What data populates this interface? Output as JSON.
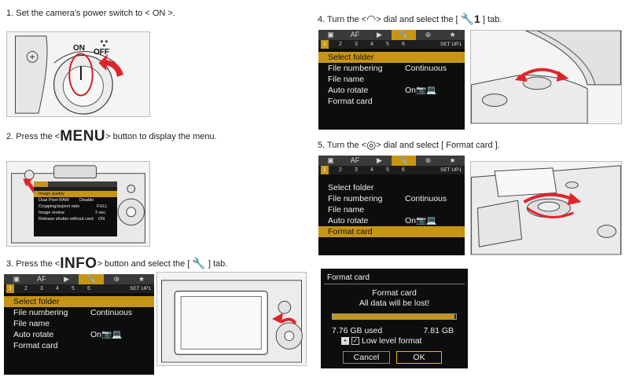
{
  "steps": {
    "s1": {
      "text": "1. Set the camera's power switch to < ON >.",
      "photo_labels": {
        "on": "ON",
        "off": "OFF"
      }
    },
    "s2": {
      "pre": "2. Press the <",
      "key": "MENU",
      "post": "> button to display the menu."
    },
    "s3": {
      "pre": "3. Press the <",
      "key": "INFO",
      "post": "> button and select the [",
      "tab_glyph": "🔧",
      "end": "] tab."
    },
    "s4": {
      "pre": "4. Turn the <",
      "dial_glyph": "◠",
      "post": "> dial and select the [",
      "tab_glyph": "🔧1",
      "end": "] tab."
    },
    "s5": {
      "pre": "5. Turn the <",
      "dial_glyph": "◎",
      "post": "> dial and select [ Format card ]."
    }
  },
  "menu": {
    "tabs": [
      "▣",
      "AF",
      "▶",
      "🔧",
      "⊛",
      "★"
    ],
    "active_tab": 3,
    "subtabs": [
      "1",
      "2",
      "3",
      "4",
      "5",
      "6"
    ],
    "setup_label": "SET UP1",
    "rows": [
      {
        "label": "Select folder",
        "value": ""
      },
      {
        "label": "File numbering",
        "value": "Continuous"
      },
      {
        "label": "File name",
        "value": ""
      },
      {
        "label": "Auto rotate",
        "value": "On📷💻"
      },
      {
        "label": "Format card",
        "value": ""
      }
    ]
  },
  "mini_menu": {
    "rows": [
      {
        "label": "Image quality",
        "value": ""
      },
      {
        "label": "Dual Pixel RAW",
        "value": "Disable"
      },
      {
        "label": "Cropping/aspect ratio",
        "value": "FULL"
      },
      {
        "label": "Image review",
        "value": "2 sec."
      },
      {
        "label": "Release shutter without card",
        "value": "ON"
      }
    ]
  },
  "format_dialog": {
    "title": "Format card",
    "heading": "Format card",
    "warning": "All data will be lost!",
    "used": "7.76 GB used",
    "capacity": "7.81 GB",
    "used_fraction": 0.99,
    "low_level_label": "Low level format",
    "low_level_checked": true,
    "cancel_label": "Cancel",
    "ok_label": "OK"
  }
}
